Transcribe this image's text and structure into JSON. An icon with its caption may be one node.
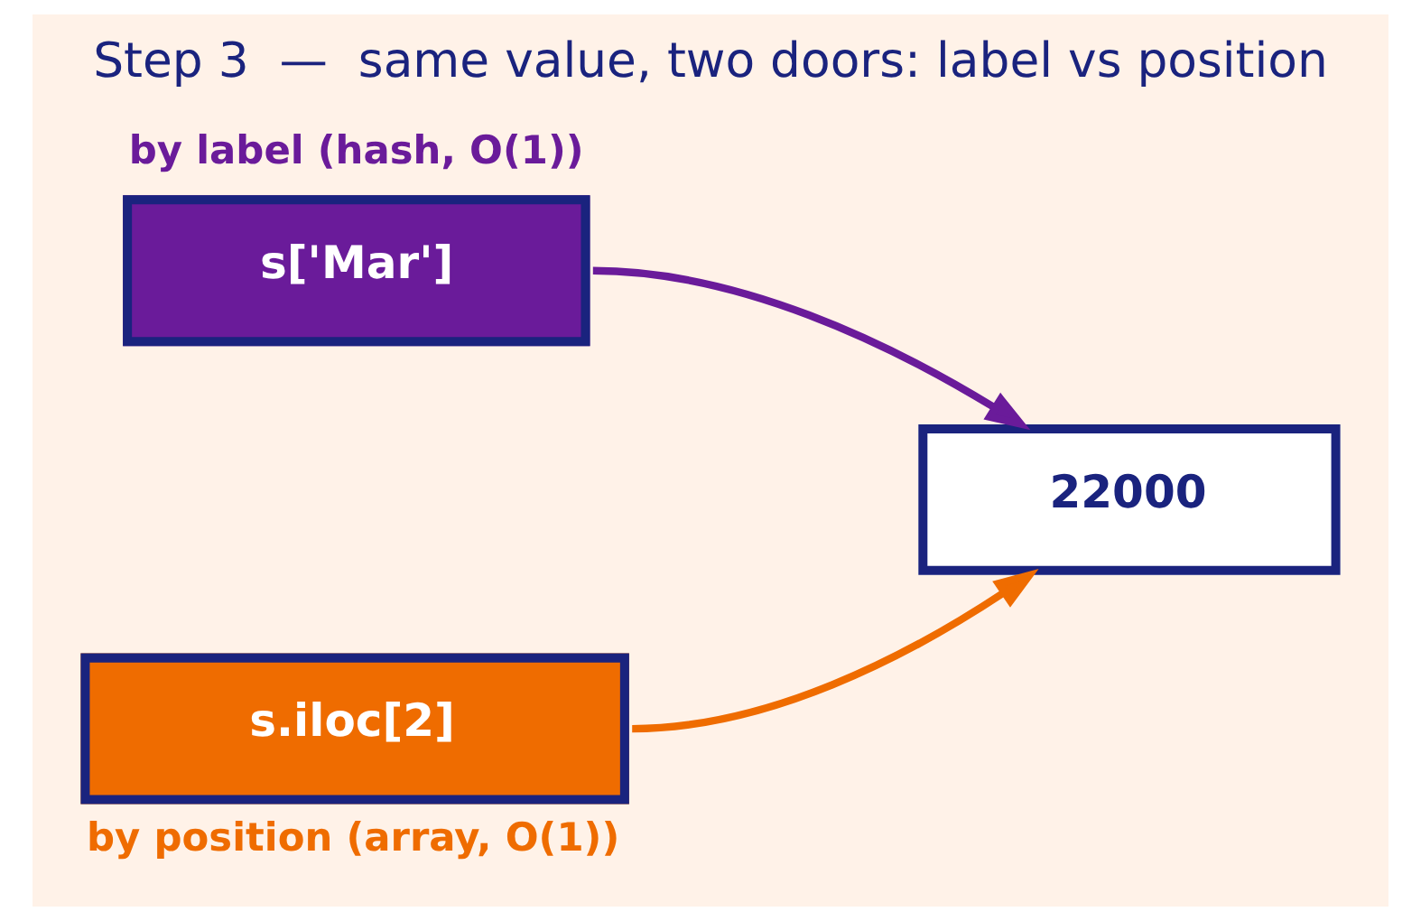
{
  "diagram": {
    "title": "Step 3  —  same value, two doors: label vs position",
    "nodes": [
      {
        "text": [
          "s['Mar']"
        ],
        "beside": [
          "by label (hash, O(1))"
        ]
      },
      {
        "text": [
          "22000"
        ]
      },
      {
        "text": [
          "s.iloc[2]"
        ],
        "beside": [
          "by position (array, O(1))"
        ]
      }
    ],
    "edges": [
      {
        "from": 0,
        "to": 1,
        "arrow": "to",
        "color": "#6a1b9a"
      },
      {
        "from": 2,
        "to": 1,
        "arrow": "to",
        "color": "#ef6c00"
      }
    ]
  }
}
